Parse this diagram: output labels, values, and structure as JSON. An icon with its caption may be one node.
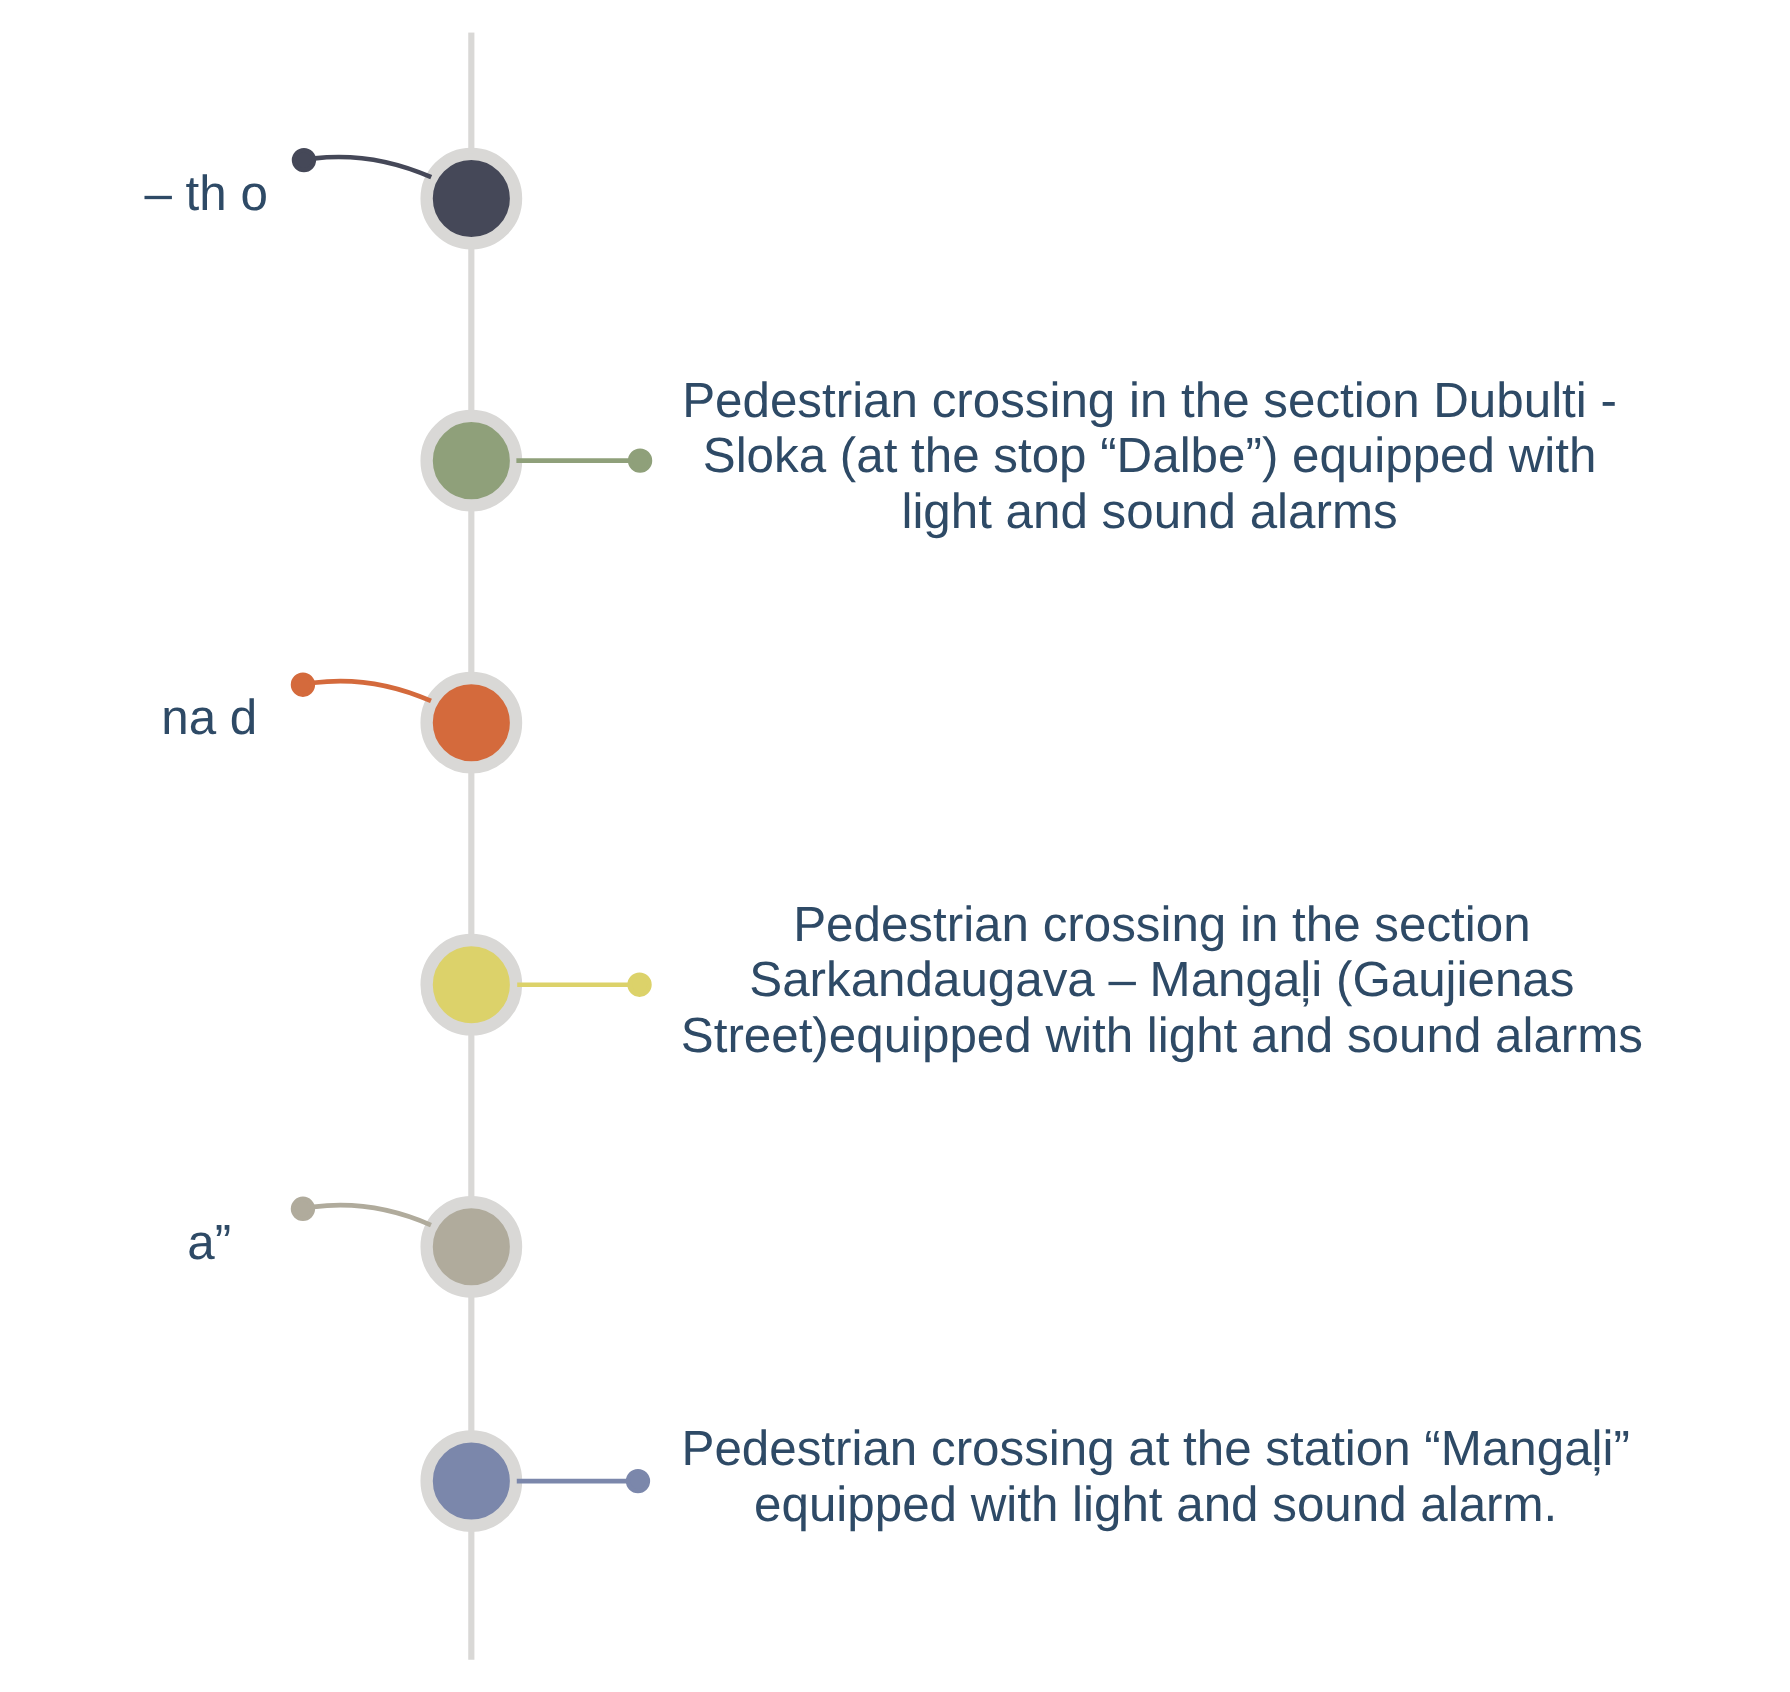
{
  "diagram": {
    "nodes": [
      {
        "text": [
          "– th o"
        ]
      },
      {
        "text": [],
        "shape": "circle"
      },
      {
        "text": [],
        "shape": "circle"
      },
      {
        "text": [
          "Pedestrian crossing in the section Dubulti - Sloka (at the stop “Dalbe”) equipped with light and sound alarms"
        ]
      },
      {
        "text": [
          "na d"
        ]
      },
      {
        "text": [],
        "shape": "circle"
      },
      {
        "text": [],
        "shape": "circle"
      },
      {
        "text": [
          "Pedestrian crossing in the section Sarkandaugava – Mangaļi (Gaujienas Street)equipped with light and sound alarms"
        ]
      },
      {
        "text": [
          "a”"
        ]
      },
      {
        "text": [],
        "shape": "circle"
      },
      {
        "text": [],
        "shape": "circle"
      },
      {
        "text": [
          "Pedestrian crossing at the station “Mangaļi” equipped with light and sound alarm."
        ]
      }
    ],
    "edges": [
      {
        "from": null,
        "to": 1,
        "arrow": "none"
      },
      {
        "from": 1,
        "to": 0,
        "arrow": "other",
        "color": "#454858"
      },
      {
        "from": 1,
        "to": 2,
        "arrow": "none"
      },
      {
        "from": 2,
        "to": 3,
        "arrow": "other",
        "color": "#8fa07a"
      },
      {
        "from": 2,
        "to": 5,
        "arrow": "none"
      },
      {
        "from": 5,
        "to": 4,
        "arrow": "other",
        "color": "#d46a3c"
      },
      {
        "from": 5,
        "to": 6,
        "arrow": "none"
      },
      {
        "from": 6,
        "to": 7,
        "arrow": "other",
        "color": "#dcd26a"
      },
      {
        "from": 6,
        "to": 9,
        "arrow": "none"
      },
      {
        "from": 9,
        "to": 8,
        "arrow": "other",
        "color": "#b0ab9c"
      },
      {
        "from": 9,
        "to": 10,
        "arrow": "none"
      },
      {
        "from": 10,
        "to": 11,
        "arrow": "other",
        "color": "#7b87ab"
      },
      {
        "from": 10,
        "to": null,
        "arrow": "none"
      }
    ]
  }
}
